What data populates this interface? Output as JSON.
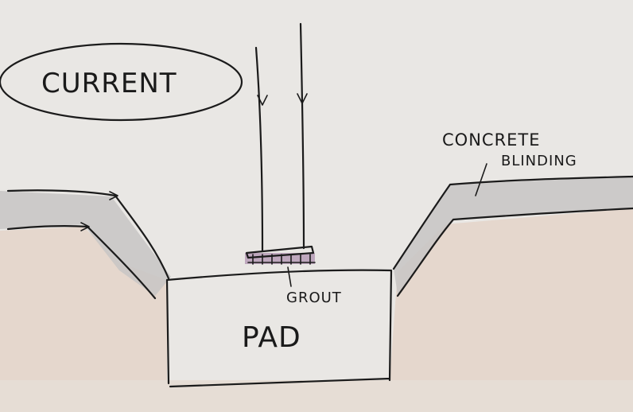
{
  "labels": {
    "title": "CURRENT",
    "concrete_line1": "CONCRETE",
    "concrete_line2": "BLINDING",
    "grout": "GROUT",
    "pad": "PAD"
  },
  "colors": {
    "paper": "#e9e7e4",
    "soil": "#e3d2c6",
    "blinding": "#c9c7c5",
    "grout": "#b69bb6",
    "ink": "#1b1b1b"
  }
}
